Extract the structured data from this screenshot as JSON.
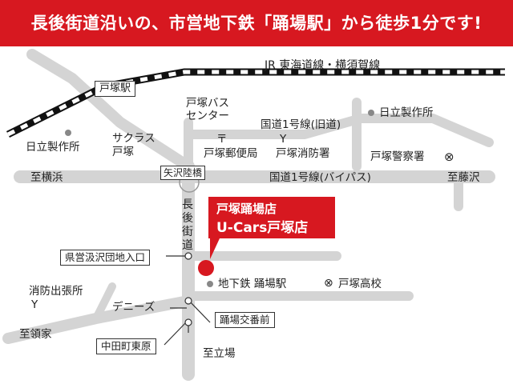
{
  "banner": {
    "text": "長後街道沿いの、市営地下鉄「踊場駅」から徒歩1分です!"
  },
  "map": {
    "railway": "JR 東海道線・横須賀線",
    "totsuka_station": "戸塚駅",
    "bus_center": "戸塚バス\nセンター",
    "route1_old": "国道1号線(旧道)",
    "route1_bypass": "国道1号線(バイパス)",
    "hitachi_right": "日立製作所",
    "hitachi_left": "日立製作所",
    "sakuras": "サクラス\n戸塚",
    "post_office": "戸塚郵便局",
    "fire_station": "戸塚消防署",
    "police": "戸塚警察署",
    "to_yokohama": "至横浜",
    "to_fujisawa": "至藤沢",
    "yazawa": "矢沢陸橋",
    "nagago": "長後街道",
    "shop_line1": "戸塚踊場店",
    "shop_line2": "U-Cars戸塚店",
    "kenei": "県営汲沢団地入口",
    "subway": "地下鉄 踊場駅",
    "high_school": "戸塚高校",
    "fire_branch": "消防出張所",
    "dennys": "デニーズ",
    "odoriba_crossing": "踊場交番前",
    "to_ryouke": "至領家",
    "nakata": "中田町東原",
    "to_tateba": "至立場",
    "post_symbol": "〒",
    "fire_symbol": "Y",
    "police_symbol": "⊗",
    "school_symbol": "⊗",
    "dot_symbol": "●",
    "road_color": "#d4d4d4",
    "brand_color": "#d71820"
  }
}
